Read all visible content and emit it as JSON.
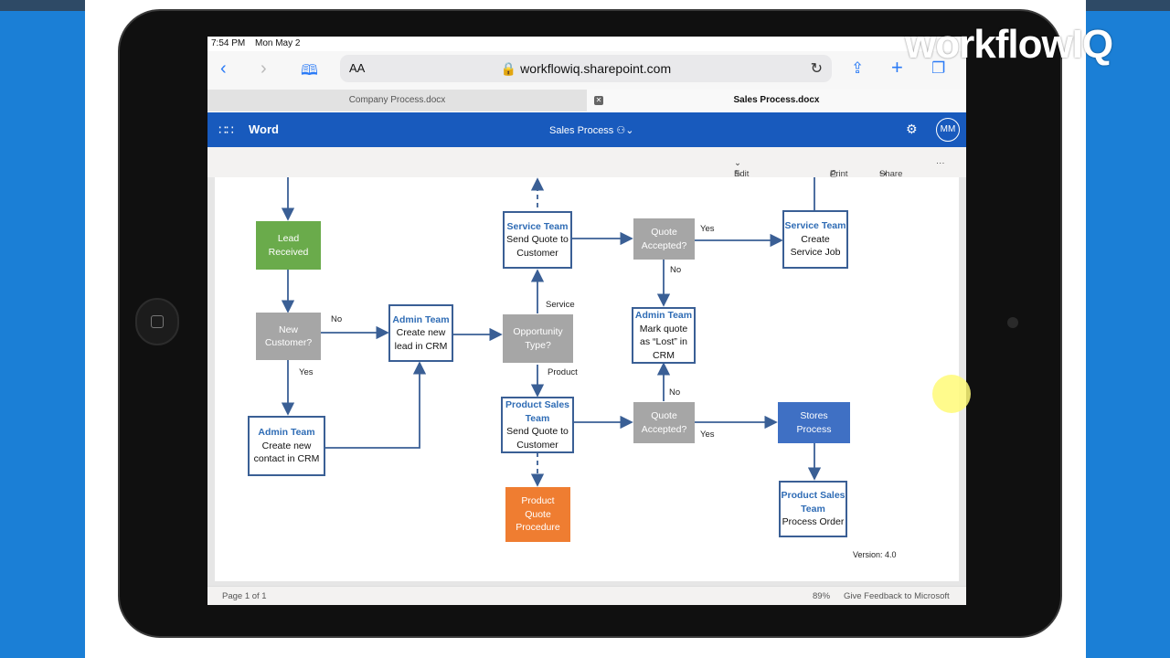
{
  "status": {
    "time": "7:54 PM",
    "date": "Mon May 2"
  },
  "browser": {
    "aa": "AA",
    "url": "workflowiq.sharepoint.com"
  },
  "tabs": {
    "tab1": "Company Process.docx",
    "tab2": "Sales Process.docx"
  },
  "word": {
    "app": "Word",
    "doc_title": "Sales Process",
    "avatar": "MM"
  },
  "cmd": {
    "edit": "Edit Document",
    "print": "Print",
    "share": "Share",
    "more": "···"
  },
  "footer": {
    "page": "Page 1 of 1",
    "zoom": "89%",
    "feedback": "Give Feedback to Microsoft"
  },
  "watermark": "workflowIQ",
  "flow": {
    "lead": [
      "Lead",
      "Received"
    ],
    "new_customer": [
      "New",
      "Customer?"
    ],
    "admin_lead": {
      "team": "Admin Team",
      "text": [
        "Create new",
        "lead in CRM"
      ]
    },
    "admin_contact": {
      "team": "Admin Team",
      "text": [
        "Create new",
        "contact in CRM"
      ]
    },
    "opp_type": [
      "Opportunity",
      "Type?"
    ],
    "service_quote": {
      "team": "Service Team",
      "text": [
        "Send Quote to",
        "Customer"
      ]
    },
    "product_quote": {
      "team": [
        "Product Sales",
        "Team"
      ],
      "text": [
        "Send Quote to",
        "Customer"
      ]
    },
    "product_procedure": [
      "Product",
      "Quote",
      "Procedure"
    ],
    "quote_accepted_1": [
      "Quote",
      "Accepted?"
    ],
    "quote_accepted_2": [
      "Quote",
      "Accepted?"
    ],
    "admin_lost": {
      "team": "Admin Team",
      "text": [
        "Mark quote",
        "as “Lost” in",
        "CRM"
      ]
    },
    "service_job": {
      "team": "Service Team",
      "text": [
        "Create",
        "Service Job"
      ]
    },
    "stores": [
      "Stores",
      "Process"
    ],
    "product_order": {
      "team": [
        "Product Sales",
        "Team"
      ],
      "text": [
        "Process Order"
      ]
    },
    "labels": {
      "no1": "No",
      "yes1": "Yes",
      "service": "Service",
      "product": "Product",
      "yes2": "Yes",
      "no2": "No",
      "no3": "No",
      "yes3": "Yes"
    },
    "version": "Version: 4.0"
  }
}
